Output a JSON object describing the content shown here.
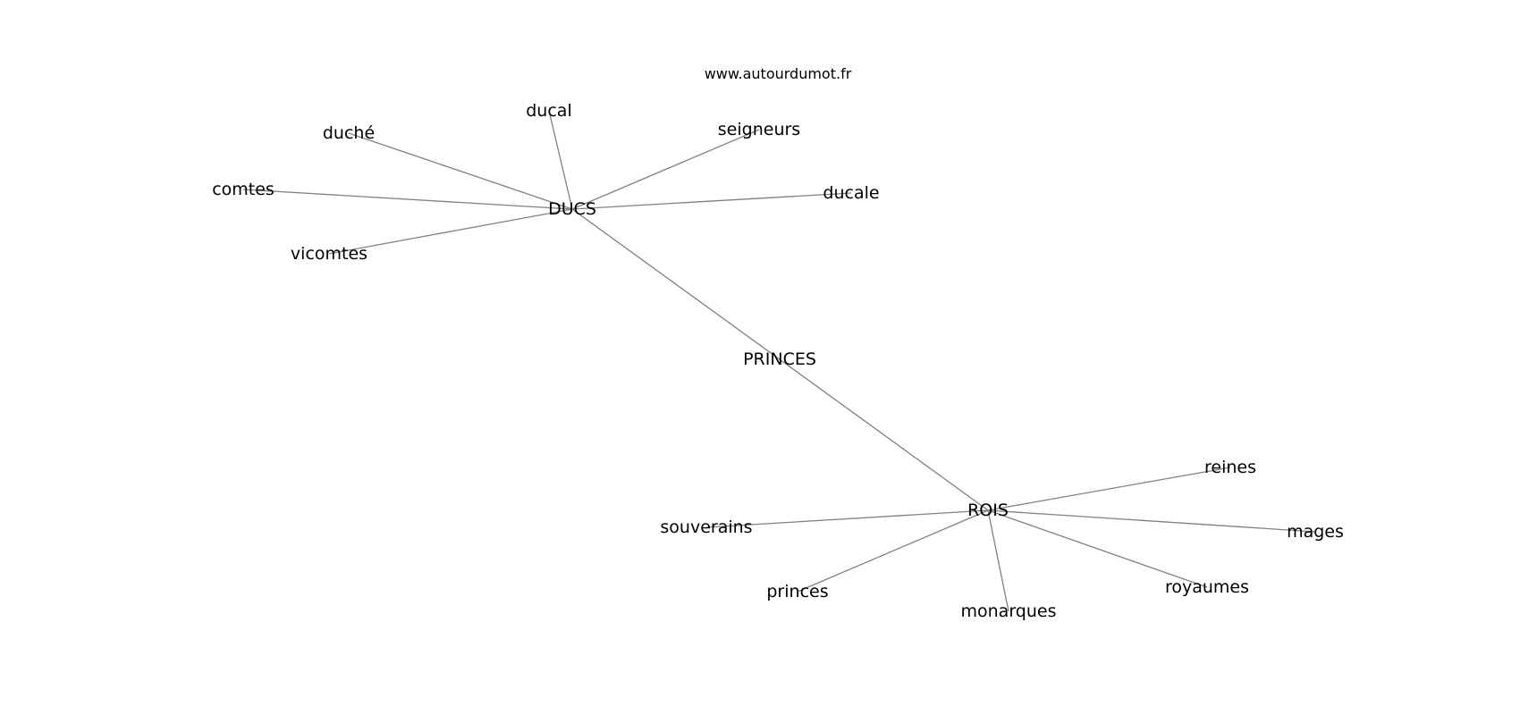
{
  "watermark": "www.autourdumot.fr",
  "colors": {
    "edge": "#808080",
    "text": "#000000",
    "background": "#ffffff"
  },
  "graph": {
    "nodes": [
      {
        "id": "princes_center",
        "label": "PRINCES"
      },
      {
        "id": "ducs",
        "label": "DUCS"
      },
      {
        "id": "rois",
        "label": "ROIS"
      },
      {
        "id": "ducal",
        "label": "ducal"
      },
      {
        "id": "duche",
        "label": "duché"
      },
      {
        "id": "seigneurs",
        "label": "seigneurs"
      },
      {
        "id": "comtes",
        "label": "comtes"
      },
      {
        "id": "ducale",
        "label": "ducale"
      },
      {
        "id": "vicomtes",
        "label": "vicomtes"
      },
      {
        "id": "reines",
        "label": "reines"
      },
      {
        "id": "souverains",
        "label": "souverains"
      },
      {
        "id": "mages",
        "label": "mages"
      },
      {
        "id": "princes",
        "label": "princes"
      },
      {
        "id": "royaumes",
        "label": "royaumes"
      },
      {
        "id": "monarques",
        "label": "monarques"
      }
    ],
    "edges": [
      [
        "ducs",
        "rois"
      ],
      [
        "ducs",
        "ducal"
      ],
      [
        "ducs",
        "duche"
      ],
      [
        "ducs",
        "seigneurs"
      ],
      [
        "ducs",
        "comtes"
      ],
      [
        "ducs",
        "ducale"
      ],
      [
        "ducs",
        "vicomtes"
      ],
      [
        "rois",
        "reines"
      ],
      [
        "rois",
        "souverains"
      ],
      [
        "rois",
        "mages"
      ],
      [
        "rois",
        "princes"
      ],
      [
        "rois",
        "royaumes"
      ],
      [
        "rois",
        "monarques"
      ]
    ]
  }
}
